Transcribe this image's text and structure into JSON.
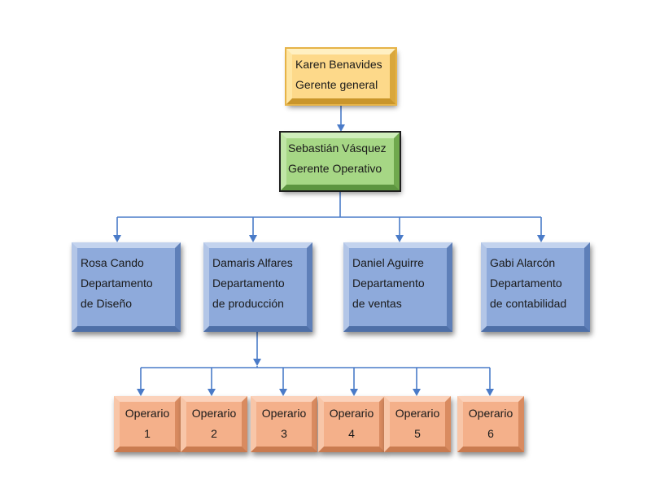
{
  "top_manager": {
    "name": "Karen Benavides",
    "role": "Gerente general"
  },
  "operations_manager": {
    "name": "Sebastián Vásquez",
    "role": "Gerente Operativo"
  },
  "departments": [
    {
      "name": "Rosa Cando",
      "line2": "Departamento",
      "line3": "de Diseño"
    },
    {
      "name": "Damaris Alfares",
      "line2": "Departamento",
      "line3": "de producción"
    },
    {
      "name": "Daniel Aguirre",
      "line2": "Departamento",
      "line3": "de ventas"
    },
    {
      "name": "Gabi Alarcón",
      "line2": "Departamento",
      "line3": "de contabilidad"
    }
  ],
  "operators": [
    {
      "label": "Operario",
      "number": "1"
    },
    {
      "label": "Operario",
      "number": "2"
    },
    {
      "label": "Operario",
      "number": "3"
    },
    {
      "label": "Operario",
      "number": "4"
    },
    {
      "label": "Operario",
      "number": "5"
    },
    {
      "label": "Operario",
      "number": "6"
    }
  ],
  "colors": {
    "connector": "#4a7bc8",
    "top": "#fdd98a",
    "operations": "#a6d785",
    "department": "#8eaadb",
    "operator": "#f4b08a"
  }
}
